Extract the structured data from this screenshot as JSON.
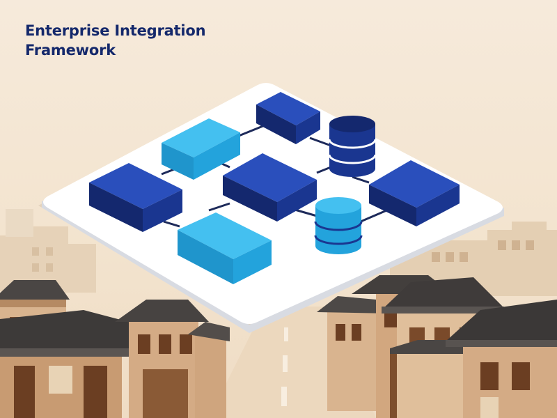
{
  "page": {
    "title_line_1": "Enterprise Integration",
    "title_line_2": "Framework"
  },
  "colors": {
    "background": "#f4e6d3",
    "title": "#14286b",
    "dark_block": "#1b3a9a",
    "light_block": "#2aaee6",
    "platform": "#ffffff",
    "connector": "#1d2a5a"
  },
  "illustration": {
    "platform": "isometric-platform",
    "dark_blocks": 4,
    "light_blocks": 2,
    "databases": 2,
    "background": "traditional-hanok-street"
  }
}
